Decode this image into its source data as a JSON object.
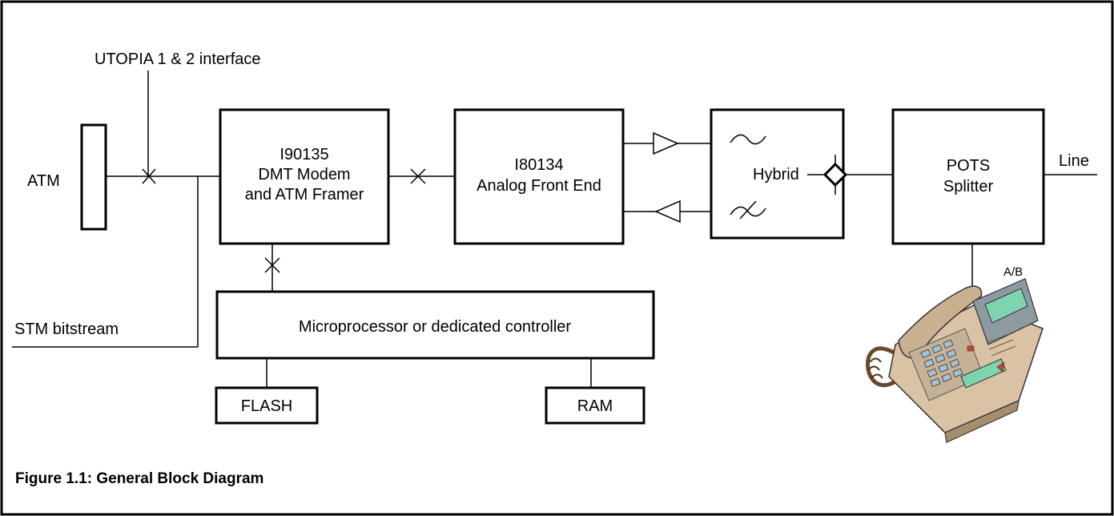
{
  "figure": {
    "caption": "Figure 1.1: General Block Diagram",
    "utopia_label": "UTOPIA 1 & 2 interface",
    "atm_label": "ATM",
    "stm_label": "STM bitstream",
    "line_label": "Line",
    "ab_label": "A/B"
  },
  "blocks": {
    "modem": {
      "line1": "I90135",
      "line2": "DMT Modem",
      "line3": "and ATM Framer"
    },
    "afe": {
      "line1": "I80134",
      "line2": "Analog Front End"
    },
    "hybrid": {
      "label": "Hybrid"
    },
    "pots": {
      "line1": "POTS",
      "line2": "Splitter"
    },
    "micro": {
      "label": "Microprocessor or dedicated controller"
    },
    "flash": {
      "label": "FLASH"
    },
    "ram": {
      "label": "RAM"
    }
  },
  "icons": {
    "telephone": "telephone-icon",
    "amplifier": "amplifier-triangle-icon",
    "interface_cross": "interface-cross-icon",
    "hybrid_junction": "diamond-junction-icon"
  }
}
